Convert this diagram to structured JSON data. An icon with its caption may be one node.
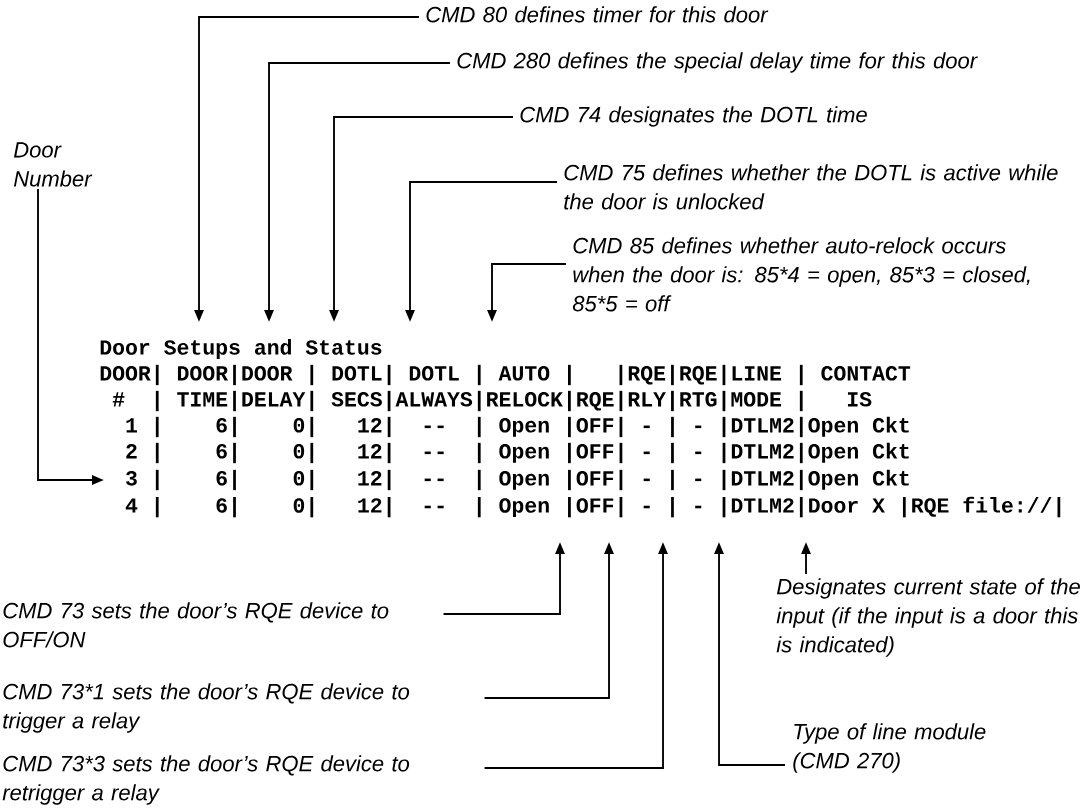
{
  "diagram": {
    "nodes": [
      {
        "text": [
          "Door Number"
        ]
      },
      {
        "text": [
          "CMD 80 defines timer for this door"
        ]
      },
      {
        "text": [
          "CMD 280 defines the special delay time for this door"
        ]
      },
      {
        "text": [
          "CMD 74 designates the DOTL time"
        ]
      },
      {
        "text": [
          "CMD 75 defines whether the DOTL is active while the door is unlocked"
        ]
      },
      {
        "text": [
          "CMD 85 defines whether auto-relock occurs when the door is: 85*4 = open, 85*3 = closed, 85*5 = off"
        ]
      },
      {
        "text": [
          "CMD 73 sets the door’s RQE device to OFF/ON"
        ]
      },
      {
        "text": [
          "CMD 73*1 sets the door’s RQE device to trigger a relay"
        ]
      },
      {
        "text": [
          "CMD 73*3 sets the door’s RQE device to retrigger a relay"
        ]
      },
      {
        "text": [
          "Type of line module (CMD 270)"
        ]
      },
      {
        "text": [
          "Designates current state of the input (if the input is a door this is indicated)"
        ]
      }
    ],
    "edges": [
      {
        "from": 0,
        "to": null,
        "arrow": "to"
      },
      {
        "from": 1,
        "to": null,
        "arrow": "to"
      },
      {
        "from": 2,
        "to": null,
        "arrow": "to"
      },
      {
        "from": 3,
        "to": null,
        "arrow": "to"
      },
      {
        "from": 4,
        "to": null,
        "arrow": "to"
      },
      {
        "from": 5,
        "to": null,
        "arrow": "to"
      },
      {
        "from": 6,
        "to": null,
        "arrow": "to"
      },
      {
        "from": 7,
        "to": null,
        "arrow": "to"
      },
      {
        "from": 8,
        "to": null,
        "arrow": "to"
      },
      {
        "from": 9,
        "to": null,
        "arrow": "to"
      },
      {
        "from": 10,
        "to": null,
        "arrow": "to"
      }
    ],
    "labels": [
      "Door Setups and Status",
      "DOOR| DOOR|DOOR | DOTL| DOTL | AUTO |   |RQE|RQE|LINE | CONTACT",
      " #  | TIME|DELAY| SECS|ALWAYS|RELOCK|RQE|RLY|RTG|MODE |   IS",
      "  1 |    6|    0|   12|  --  | Open |OFF| - | - |DTLM2|Open Ckt",
      "  2 |    6|    0|   12|  --  | Open |OFF| - | - |DTLM2|Open Ckt",
      "  3 |    6|    0|   12|  --  | Open |OFF| - | - |DTLM2|Open Ckt",
      "  4 |    6|    0|   12|  --  | Open |OFF| - | - |DTLM2|Door X |RQE file://|"
    ]
  }
}
